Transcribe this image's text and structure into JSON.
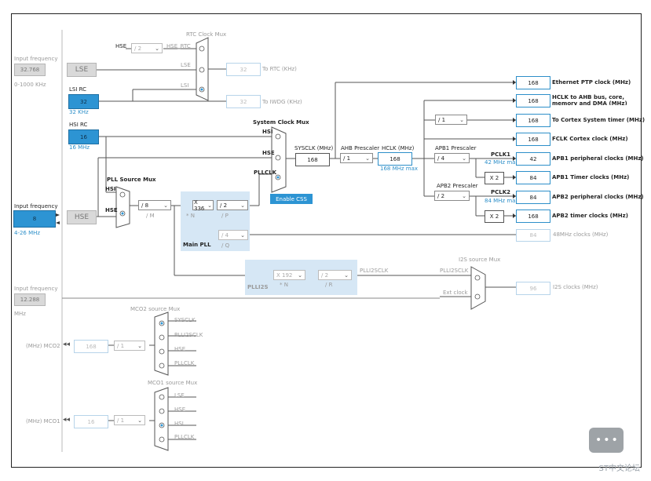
{
  "inputs": {
    "lse_input_label": "Input frequency",
    "lse_value": "32.768",
    "lse_range": "0-1000 KHz",
    "lsi_label": "LSI RC",
    "lsi_value": "32",
    "lsi_unit": "32 KHz",
    "hsi_label": "HSI RC",
    "hsi_value": "16",
    "hsi_unit": "16 MHz",
    "hse_input_label": "Input frequency",
    "hse_value": "8",
    "hse_range": "4-26 MHz",
    "i2s_input_label": "Input frequency",
    "i2s_value": "12.288",
    "i2s_unit": "MHz"
  },
  "sources": {
    "lse": "LSE",
    "hse": "HSE"
  },
  "rtc": {
    "mux_title": "RTC Clock Mux",
    "hse_label": "HSE",
    "div_select": "/ 2",
    "hse_rtc_label": "HSE_RTC",
    "lse_label": "LSE",
    "lsi_label": "LSI",
    "rtc_value": "32",
    "rtc_label": "To RTC (KHz)",
    "iwdg_value": "32",
    "iwdg_label": "To IWDG (KHz)"
  },
  "sysmux": {
    "title": "System Clock Mux",
    "hsi": "HSI",
    "hse": "HSE",
    "pllclk": "PLLCLK",
    "css_button": "Enable CSS"
  },
  "pll": {
    "mux_title": "PLL Source Mux",
    "hsi": "HSI",
    "hse": "HSE",
    "m_select": "/ 8",
    "m_label": "/ M",
    "n_select": "X 336",
    "n_label": "* N",
    "p_select": "/ 2",
    "p_label": "/ P",
    "q_select": "/ 4",
    "q_label": "/ Q",
    "main_label": "Main PLL",
    "usb_value": "84",
    "usb_label": "48MHz clocks (MHz)"
  },
  "sysclk": {
    "label": "SYSCLK (MHz)",
    "value": "168",
    "ahb_label": "AHB Prescaler",
    "ahb_select": "/ 1",
    "hclk_label": "HCLK (MHz)",
    "hclk_value": "168",
    "hclk_max": "168 MHz max"
  },
  "apb1": {
    "label": "APB1 Prescaler",
    "select": "/ 4",
    "pclk": "PCLK1",
    "max": "42 MHz max",
    "x2": "X 2"
  },
  "apb2": {
    "label": "APB2 Prescaler",
    "select": "/ 2",
    "pclk": "PCLK2",
    "max": "84 MHz max",
    "x2": "X 2"
  },
  "cortex_select": "/ 1",
  "outputs": [
    {
      "value": "168",
      "label": "Ethernet PTP clock (MHz)"
    },
    {
      "value": "168",
      "label": "HCLK to AHB bus, core, memory and DMA (MHz)"
    },
    {
      "value": "168",
      "label": "To Cortex System timer (MHz)"
    },
    {
      "value": "168",
      "label": "FCLK Cortex clock (MHz)"
    },
    {
      "value": "42",
      "label": "APB1 peripheral clocks (MHz)"
    },
    {
      "value": "84",
      "label": "APB1 Timer clocks (MHz)"
    },
    {
      "value": "84",
      "label": "APB2 peripheral clocks (MHz)"
    },
    {
      "value": "168",
      "label": "APB2 timer clocks (MHz)"
    }
  ],
  "plli2s": {
    "n_select": "X 192",
    "n_label": "* N",
    "r_select": "/ 2",
    "r_label": "/ R",
    "label": "PLLI2S",
    "clk_label": "PLLI2SCLK",
    "mux_title": "I2S source Mux",
    "mux_in1": "PLLI2SCLK",
    "mux_in2": "Ext clock",
    "value": "96",
    "out_label": "I2S clocks (MHz)"
  },
  "mco2": {
    "title": "MCO2 source Mux",
    "inputs": [
      "SYSCLK",
      "PLLI2SCLK",
      "HSE",
      "PLLCLK"
    ],
    "div": "/ 1",
    "value": "168",
    "label": "(MHz) MCO2"
  },
  "mco1": {
    "title": "MCO1 source Mux",
    "inputs": [
      "LSE",
      "HSE",
      "HSI",
      "PLLCLK"
    ],
    "div": "/ 1",
    "value": "16",
    "label": "(MHz) MCO1"
  },
  "watermark": "ST中文论坛",
  "colors": {
    "accent": "#2d94d3",
    "panel": "#d6e7f5",
    "input_box": "#d9d9d9"
  }
}
